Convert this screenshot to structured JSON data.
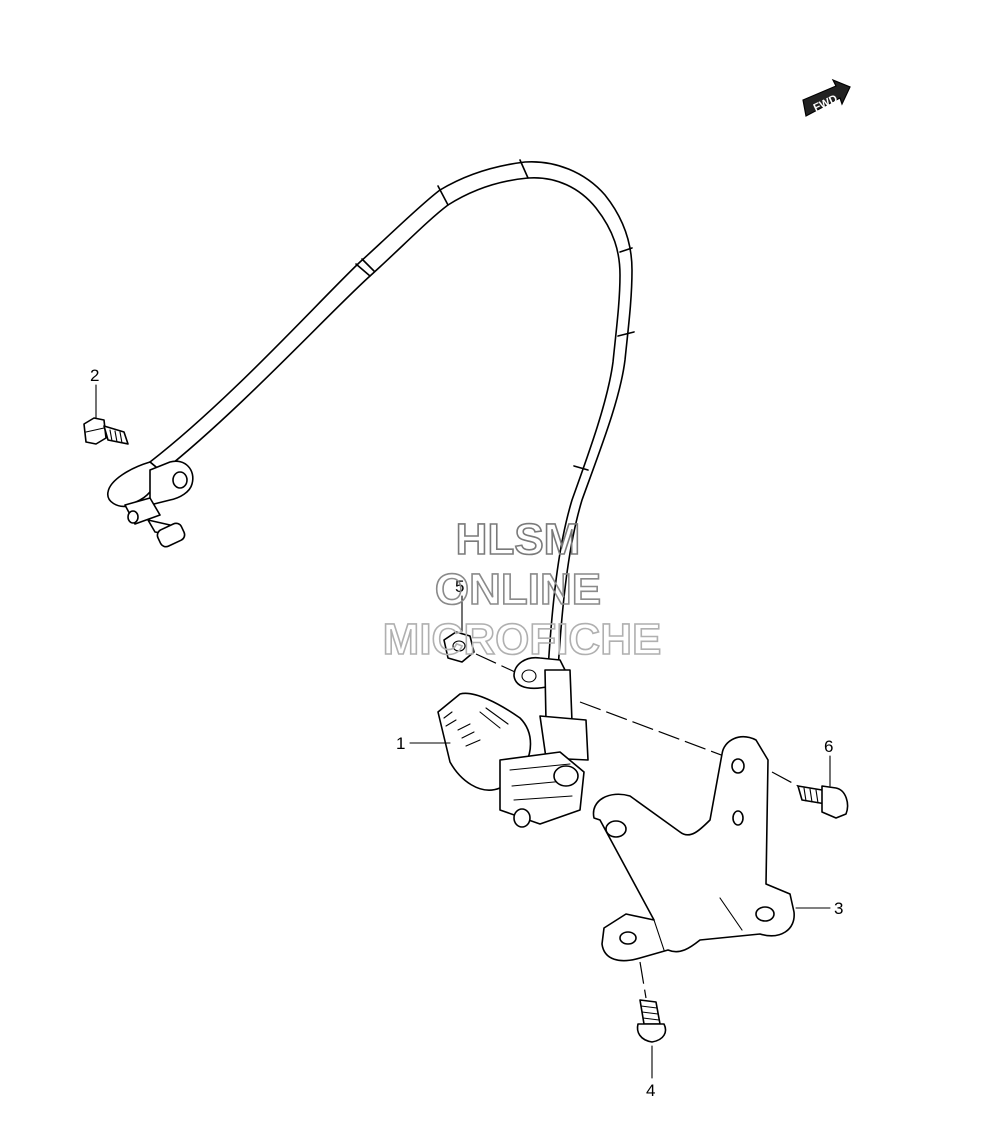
{
  "diagram": {
    "direction_badge": "FWD",
    "callouts": [
      {
        "id": "1",
        "label": "1"
      },
      {
        "id": "2",
        "label": "2"
      },
      {
        "id": "3",
        "label": "3"
      },
      {
        "id": "4",
        "label": "4"
      },
      {
        "id": "5",
        "label": "5"
      },
      {
        "id": "6",
        "label": "6"
      }
    ]
  },
  "watermark": {
    "line1": "HLSM",
    "line2": "ONLINE",
    "line3": "MICROFICHE",
    "color": "#9a9a9a"
  }
}
